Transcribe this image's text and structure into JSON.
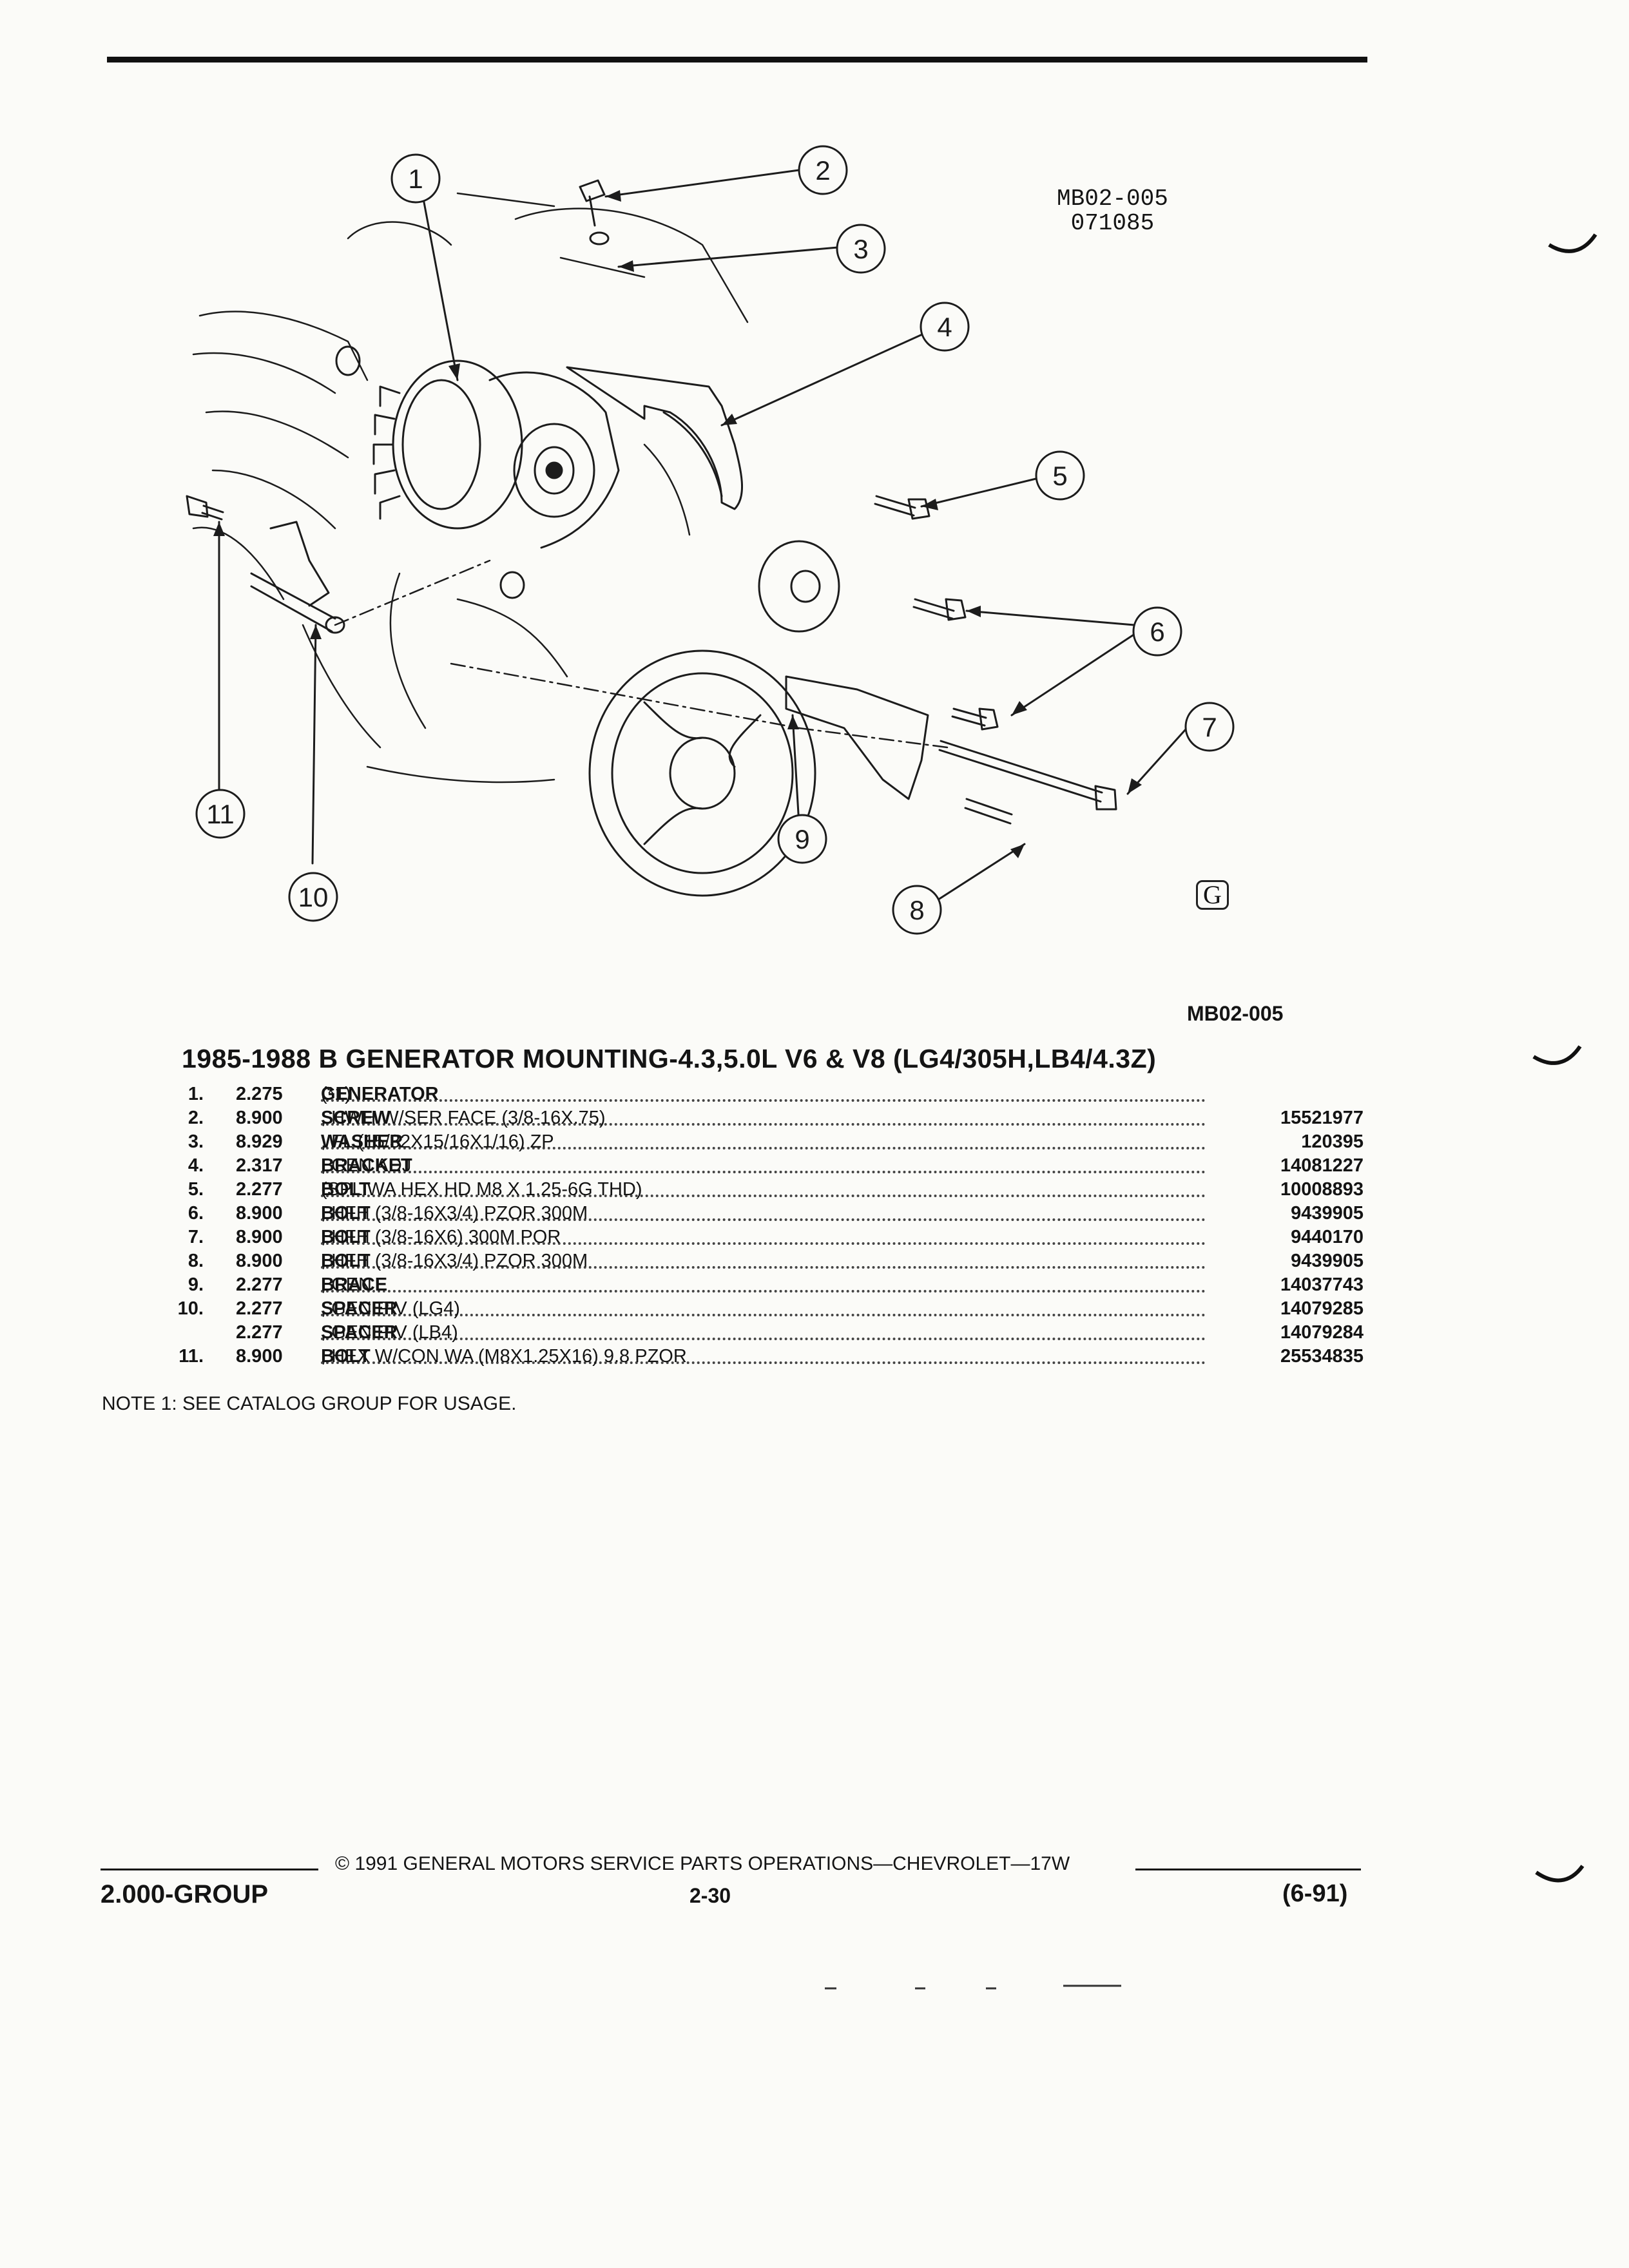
{
  "figure": {
    "code_line1": "MB02-005",
    "code_line2": "071085",
    "callouts": [
      "1",
      "2",
      "3",
      "4",
      "5",
      "6",
      "7",
      "8",
      "9",
      "10",
      "11"
    ],
    "logo_letter": "G"
  },
  "ref_code": "MB02-005",
  "title": "1985-1988 B GENERATOR MOUNTING-4.3,5.0L V6 & V8 (LG4/305H,LB4/4.3Z)",
  "parts": [
    {
      "num": "1.",
      "group": "2.275",
      "name": "GENERATOR",
      "detail": " (*1)",
      "part": ""
    },
    {
      "num": "2.",
      "group": "8.900",
      "name": "SCREW",
      "detail": " , HWH W/SER FACE (3/8-16X.75)",
      "part": "15521977"
    },
    {
      "num": "3.",
      "group": "8.929",
      "name": "WASHER",
      "detail": " , FL (15/32X15/16X1/16) ZP",
      "part": "120395"
    },
    {
      "num": "4.",
      "group": "2.317",
      "name": "BRACKET",
      "detail": " , GEN ADJ",
      "part": "14081227"
    },
    {
      "num": "5.",
      "group": "2.277",
      "name": "BOLT",
      "detail": " (SPL WA HEX HD M8 X 1.25-6G THD)",
      "part": "10008893"
    },
    {
      "num": "6.",
      "group": "8.900",
      "name": "BOLT",
      "detail": " , HFH (3/8-16X3/4) PZOR 300M",
      "part": "9439905"
    },
    {
      "num": "7.",
      "group": "8.900",
      "name": "BOLT",
      "detail": " , HFH (3/8-16X6) 300M POR",
      "part": "9440170"
    },
    {
      "num": "8.",
      "group": "8.900",
      "name": "BOLT",
      "detail": " , HFH (3/8-16X3/4) PZOR 300M",
      "part": "9439905"
    },
    {
      "num": "9.",
      "group": "2.277",
      "name": "BRACE",
      "detail": " , GEN",
      "part": "14037743"
    },
    {
      "num": "10.",
      "group": "2.277",
      "name": "SPACER",
      "detail": " , GEN PIV (LG4)",
      "part": "14079285"
    },
    {
      "num": "",
      "group": "2.277",
      "name": "SPACER",
      "detail": " , GEN PIV (LB4)",
      "part": "14079284"
    },
    {
      "num": "11.",
      "group": "8.900",
      "name": "BOLT",
      "detail": " , HEX W/CON WA (M8X1.25X16) 9.8 PZOR",
      "part": "25534835"
    }
  ],
  "note": "NOTE  1:  SEE CATALOG GROUP FOR USAGE.",
  "footer": {
    "copyright": "©  1991  GENERAL MOTORS SERVICE PARTS OPERATIONS—CHEVROLET—17W",
    "group": "2.000-GROUP",
    "page": "2-30",
    "date": "(6-91)"
  }
}
